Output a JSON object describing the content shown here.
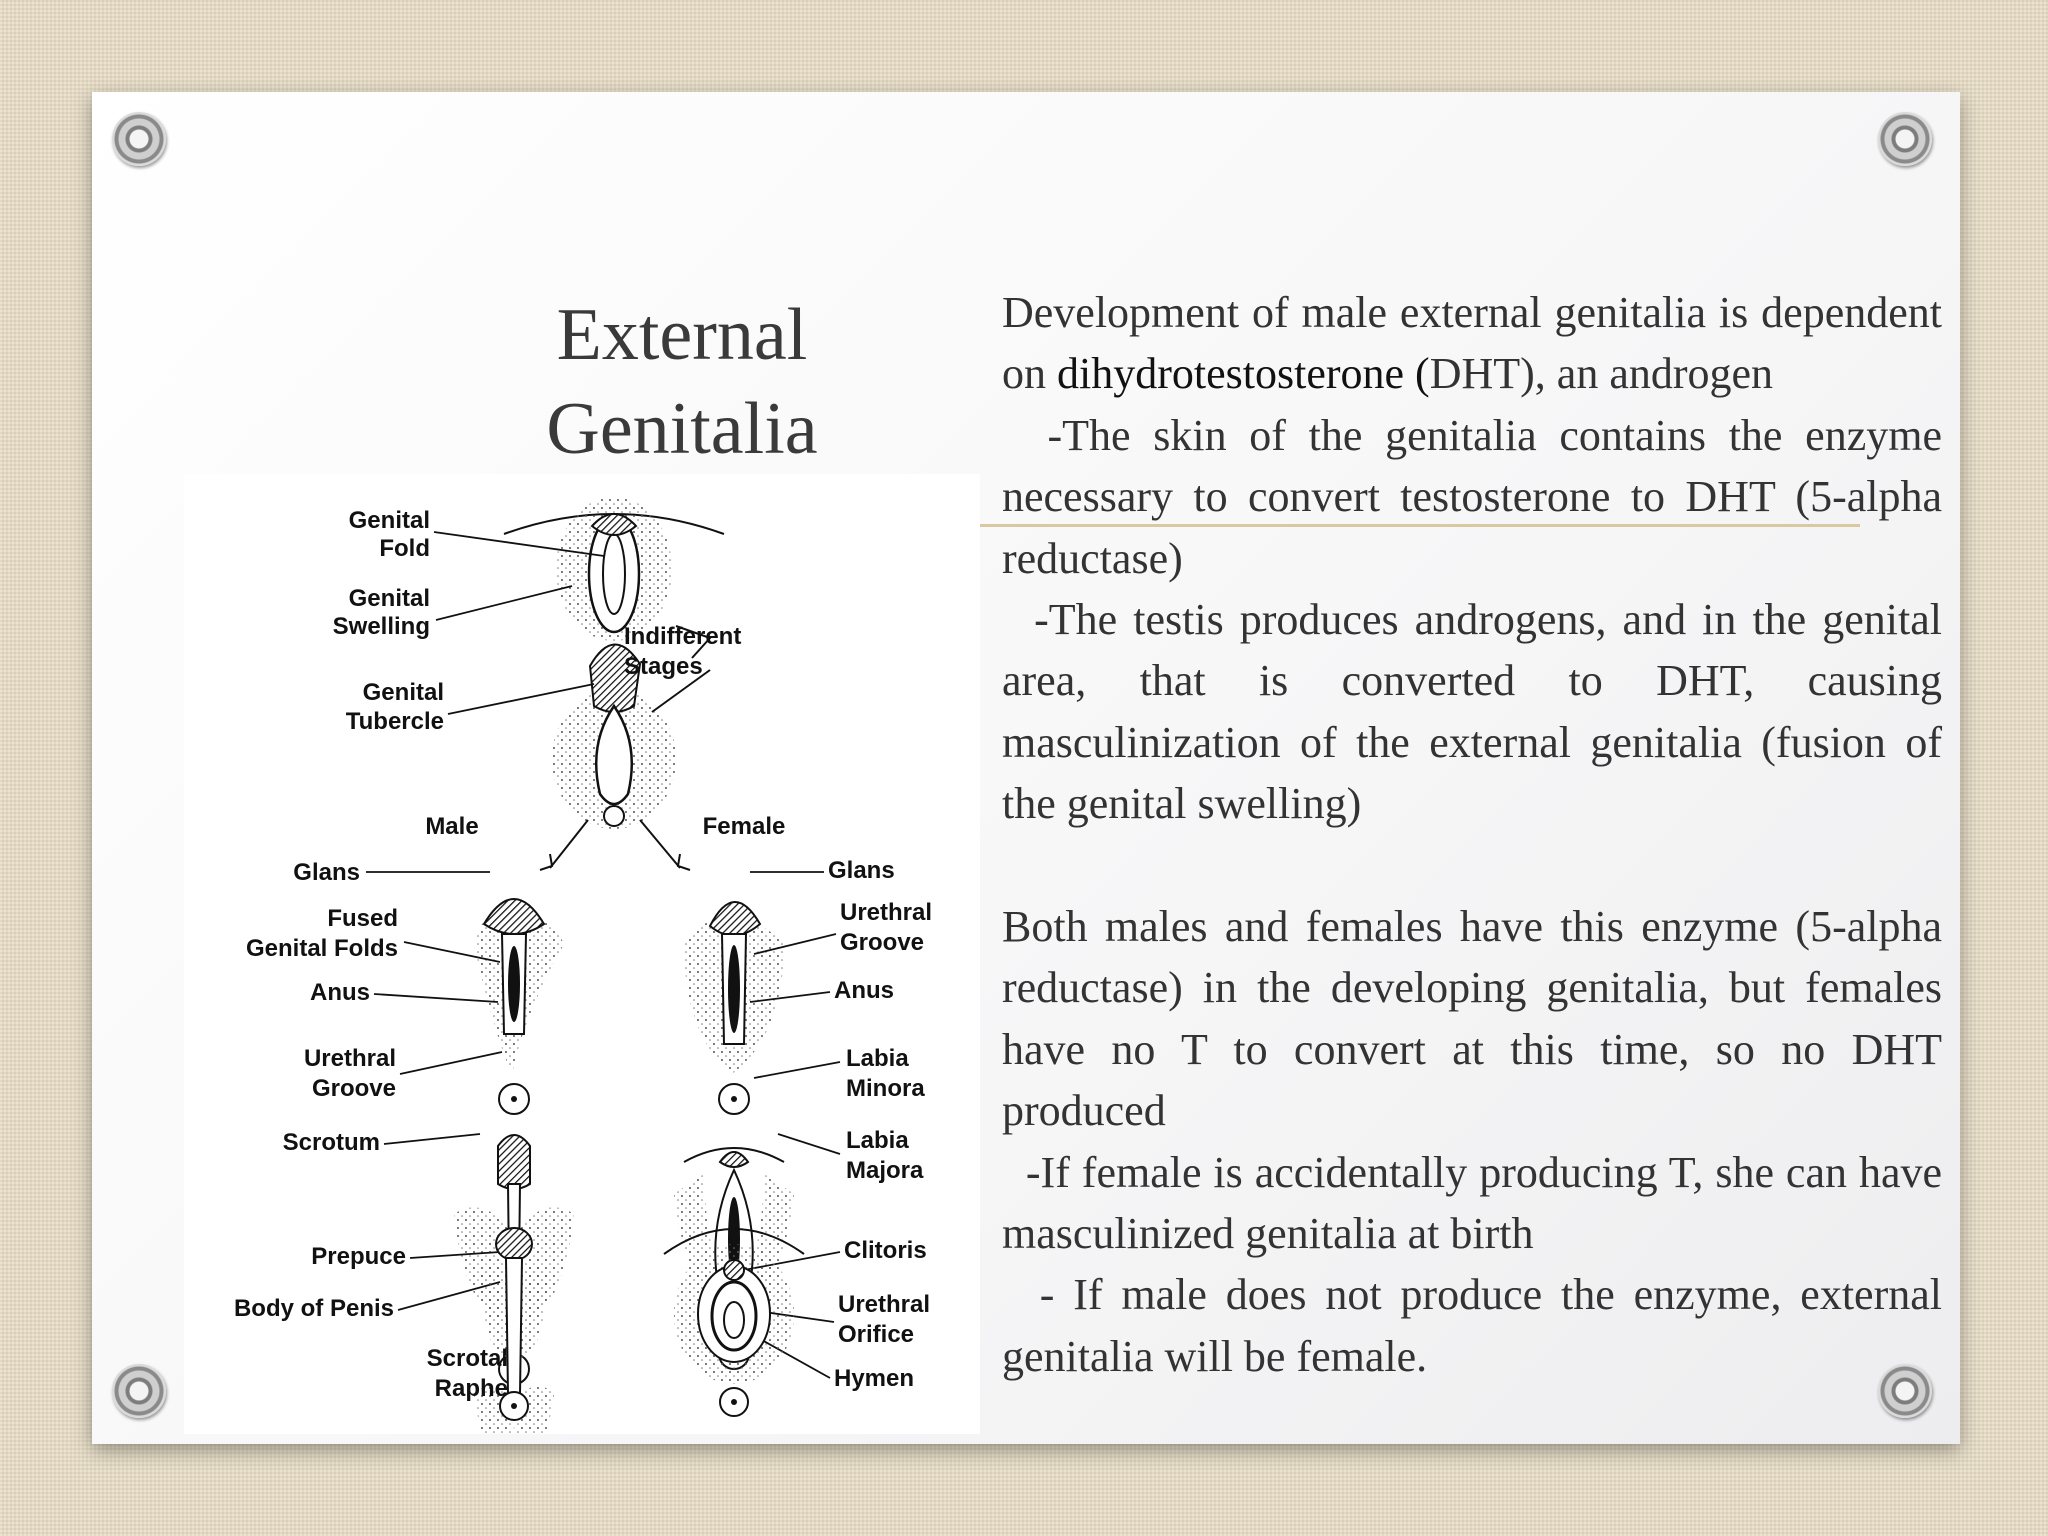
{
  "slide": {
    "title_line1": "External",
    "title_line2": "Genitalia"
  },
  "figure": {
    "labels": {
      "genital_fold_1": "Genital",
      "genital_fold_2": "Fold",
      "genital_swelling_1": "Genital",
      "genital_swelling_2": "Swelling",
      "genital_tubercle_1": "Genital",
      "genital_tubercle_2": "Tubercle",
      "indifferent_1": "Indifferent",
      "indifferent_2": "Stages",
      "male": "Male",
      "female": "Female",
      "glans_m": "Glans",
      "glans_f": "Glans",
      "fused_1": "Fused",
      "fused_2": "Genital Folds",
      "urethral_groove_f1": "Urethral",
      "urethral_groove_f2": "Groove",
      "anus_m": "Anus",
      "anus_f": "Anus",
      "urethral_groove_m1": "Urethral",
      "urethral_groove_m2": "Groove",
      "labia_minora_1": "Labia",
      "labia_minora_2": "Minora",
      "scrotum": "Scrotum",
      "labia_majora_1": "Labia",
      "labia_majora_2": "Majora",
      "prepuce": "Prepuce",
      "clitoris": "Clitoris",
      "body_of_penis": "Body of Penis",
      "urethral_orifice_1": "Urethral",
      "urethral_orifice_2": "Orifice",
      "scrotal_raphe_1": "Scrotal",
      "scrotal_raphe_2": "Raphe",
      "hymen": "Hymen"
    }
  },
  "text": {
    "p1_a": "Development of male external genitalia is dependent on ",
    "p1_term": "dihydrotestosterone (",
    "p1_b": "DHT), an androgen",
    "p2": "  -The skin of the genitalia contains the enzyme necessary to convert testosterone to DHT (5-alpha reductase)",
    "p3": "  -The testis produces androgens, and in the genital area, that is converted to DHT, causing masculinization of the external genitalia (fusion of the genital swelling)",
    "p4": "Both males and females have this enzyme (5-alpha reductase) in the developing genitalia, but females have no T to convert at this time, so no DHT produced",
    "p5": "  -If female is accidentally producing T, she can have masculinized genitalia at birth",
    "p6": "  - If male does not produce the enzyme, external genitalia will be female."
  },
  "colors": {
    "background": "#e7dcc4",
    "slide": "#f6f6f7",
    "divider": "#d8c9a0",
    "text": "#333333"
  }
}
